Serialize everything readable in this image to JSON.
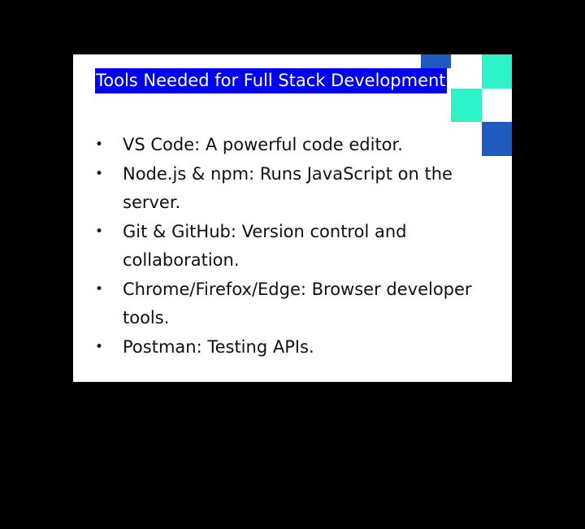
{
  "slide": {
    "title": "Tools Needed for Full Stack Development",
    "bullet_char": "•",
    "items": [
      "VS Code: A powerful code editor.",
      "Node.js & npm: Runs JavaScript on the server.",
      "Git & GitHub: Version control and collaboration.",
      "Chrome/Firefox/Edge: Browser developer tools.",
      "Postman: Testing APIs."
    ]
  },
  "colors": {
    "background": "#000000",
    "slide": "#ffffff",
    "title_highlight": "#0000f0",
    "accent_blue": "#1f5bbf",
    "accent_teal": "#2ef2c8"
  }
}
